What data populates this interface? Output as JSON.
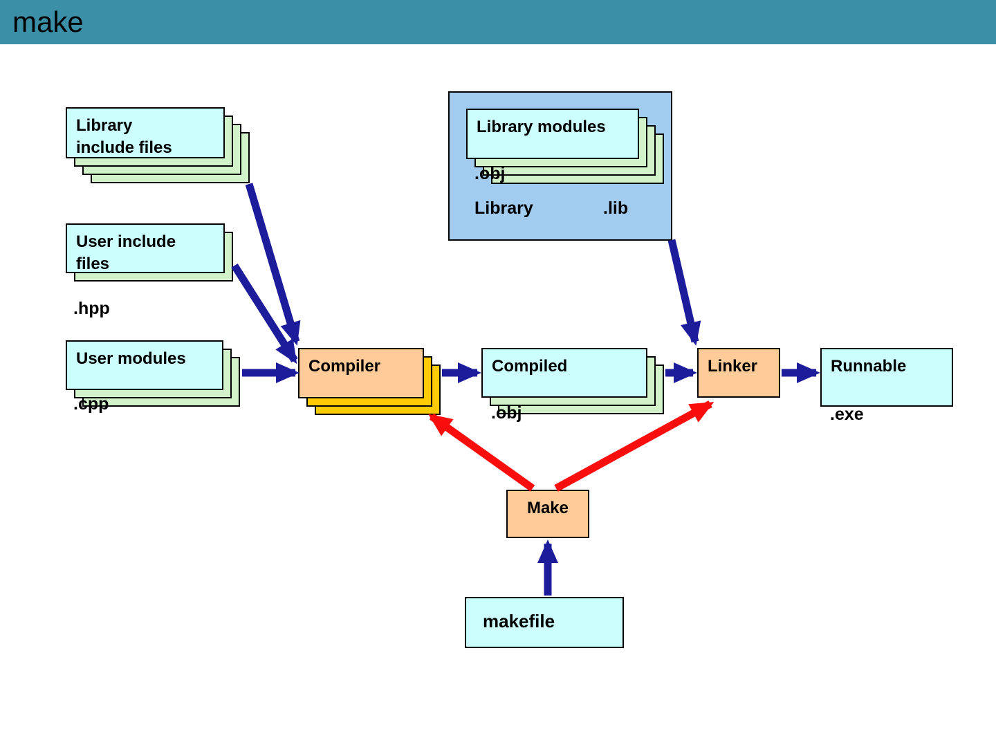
{
  "title": "make",
  "colors": {
    "header_bg": "#3B8FA6",
    "header_dash": "#204862",
    "cyan_box": "#CCFEFE",
    "green_box": "#D2F2C9",
    "peach_box": "#FFCC99",
    "gold_box": "#FFCB05",
    "blue_panel": "#A2CBF0",
    "arrow_navy": "#1D1D9C",
    "arrow_red": "#F90D0D"
  },
  "nodes": {
    "library_include_files": {
      "label": "Library\ninclude files"
    },
    "user_include_files": {
      "label": "User include\nfiles",
      "suffix": ".hpp"
    },
    "user_modules": {
      "label": "User modules",
      "suffix": ".cpp"
    },
    "compiler": {
      "label": "Compiler"
    },
    "compiled": {
      "label": "Compiled",
      "suffix": ".obj"
    },
    "linker": {
      "label": "Linker"
    },
    "runnable": {
      "label": "Runnable",
      "suffix": ".exe"
    },
    "library_modules": {
      "label": "Library modules",
      "obj_suffix": ".obj",
      "library_label": "Library",
      "lib_suffix": ".lib"
    },
    "make": {
      "label": "Make"
    },
    "makefile": {
      "label": "makefile"
    }
  }
}
